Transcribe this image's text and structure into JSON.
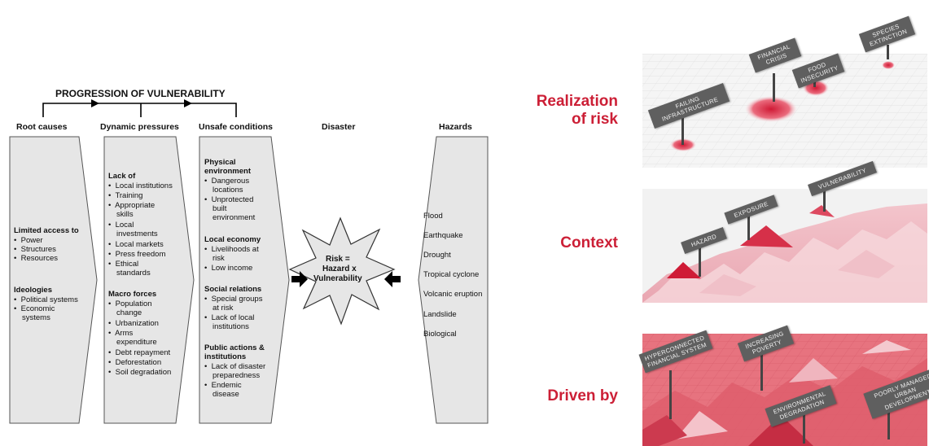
{
  "progression_title": "PROGRESSION OF VULNERABILITY",
  "columns": {
    "root_causes": "Root causes",
    "dynamic_pressures": "Dynamic pressures",
    "unsafe_conditions": "Unsafe conditions",
    "disaster": "Disaster",
    "hazards": "Hazards"
  },
  "root_causes": {
    "heading1": "Limited access to",
    "items1": [
      "Power",
      "Structures",
      "Resources"
    ],
    "heading2": "Ideologies",
    "items2": [
      "Political systems",
      "Economic",
      "systems"
    ]
  },
  "dynamic_pressures": {
    "heading1": "Lack of",
    "items1": [
      "Local institutions",
      "Training",
      "Appropriate",
      "skills",
      "Local",
      "investments",
      "Local markets",
      "Press freedom",
      "Ethical",
      "standards"
    ],
    "heading2": "Macro forces",
    "items2": [
      "Population",
      "change",
      "Urbanization",
      "Arms",
      "expenditure",
      "Debt repayment",
      "Deforestation",
      "Soil degradation"
    ]
  },
  "unsafe_conditions": {
    "h1a": "Physical",
    "h1b": "environment",
    "items1": [
      "Dangerous",
      "locations",
      "Unprotected",
      "built",
      "environment"
    ],
    "h2": "Local economy",
    "items2": [
      "Livelihoods at",
      "risk",
      "Low income"
    ],
    "h3": "Social relations",
    "items3": [
      "Special groups",
      "at risk",
      "Lack of local",
      "institutions"
    ],
    "h4a": "Public actions &",
    "h4b": "institutions",
    "items4": [
      "Lack of disaster",
      "preparedness",
      "Endemic",
      "disease"
    ]
  },
  "risk": {
    "line1": "Risk =",
    "line2": "Hazard x",
    "line3": "Vulnerability"
  },
  "hazards": [
    "Flood",
    "Earthquake",
    "Drought",
    "Tropical cyclone",
    "Volcanic eruption",
    "Landslide",
    "Biological"
  ],
  "right": {
    "label1a": "Realization",
    "label1b": "of risk",
    "label2": "Context",
    "label3": "Driven by",
    "signs1": [
      "FAILING INFRASTRUCTURE",
      "FINANCIAL CRISIS",
      "FOOD INSECURITY",
      "SPECIES EXTINCTION"
    ],
    "signs2": [
      "HAZARD",
      "EXPOSURE",
      "VULNERABILITY"
    ],
    "signs3": [
      "HYPERCONNECTED FINANCIAL SYSTEM",
      "INCREASING POVERTY",
      "ENVIRONMENTAL DEGRADATION",
      "POORLY MANAGED URBAN DEVELOPMENT"
    ]
  }
}
